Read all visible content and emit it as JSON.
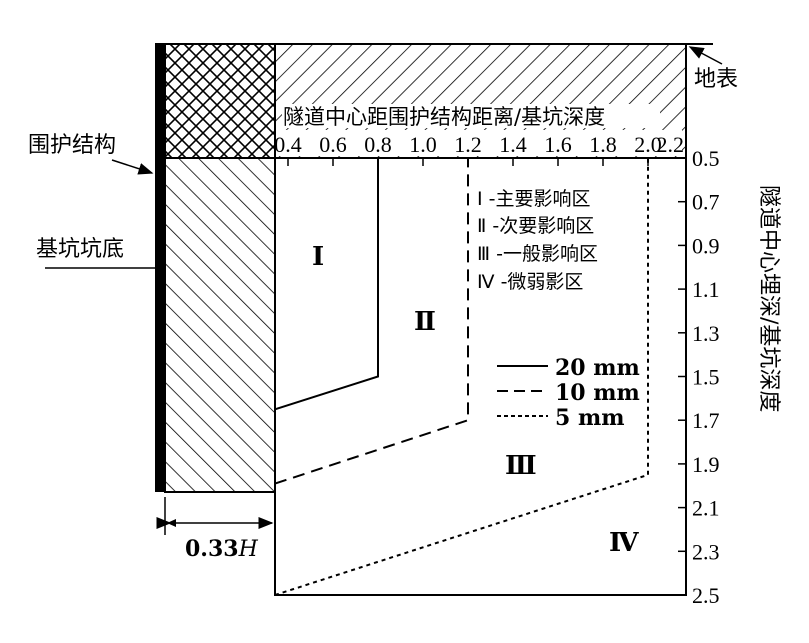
{
  "labels": {
    "wall": "围护结构",
    "pit_bottom": "基坑坑底",
    "ground_surface": "地表",
    "width_dim": "0.33",
    "width_dim_unit": "H",
    "x_axis_title": "隧道中心距围护结构距离/基坑深度",
    "y_axis_title": "隧道中心埋深/基坑深度"
  },
  "x_ticks": [
    "0.4",
    "0.6",
    "0.8",
    "1.0",
    "1.2",
    "1.4",
    "1.6",
    "1.8",
    "2.0",
    "2.2"
  ],
  "y_ticks": [
    "0.5",
    "0.7",
    "0.9",
    "1.1",
    "1.3",
    "1.5",
    "1.7",
    "1.9",
    "2.1",
    "2.3",
    "2.5"
  ],
  "zones": {
    "I": "Ⅰ",
    "II": "Ⅱ",
    "III": "Ⅲ",
    "IV": "Ⅳ"
  },
  "zone_legend": [
    "Ⅰ -主要影响区",
    "Ⅱ -次要影响区",
    "Ⅲ -一般影响区",
    "Ⅳ -微弱影区"
  ],
  "line_legend": [
    {
      "label": "20 mm",
      "style": "solid"
    },
    {
      "label": "10 mm",
      "style": "dashed"
    },
    {
      "label": "5 mm",
      "style": "dotted"
    }
  ],
  "contours": [
    {
      "name": "20mm",
      "style": "solid",
      "points": [
        [
          0.33,
          1.65
        ],
        [
          0.8,
          1.5
        ],
        [
          0.8,
          0.5
        ]
      ]
    },
    {
      "name": "10mm",
      "style": "dashed",
      "points": [
        [
          0.33,
          1.99
        ],
        [
          1.2,
          1.7
        ],
        [
          1.2,
          0.5
        ]
      ]
    },
    {
      "name": "5mm",
      "style": "dotted",
      "points": [
        [
          0.33,
          2.5
        ],
        [
          2.0,
          1.95
        ],
        [
          2.0,
          0.5
        ]
      ]
    }
  ]
}
